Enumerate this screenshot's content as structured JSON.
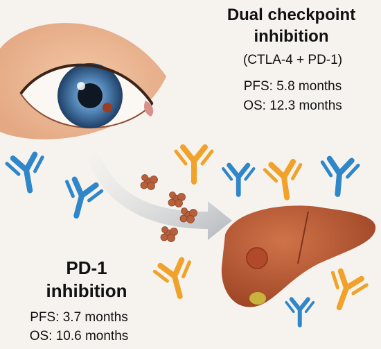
{
  "dual": {
    "title_line1": "Dual checkpoint",
    "title_line2": "inhibition",
    "subtitle": "(CTLA-4 + PD-1)",
    "pfs": "PFS: 5.8 months",
    "os": "OS: 12.3 months"
  },
  "pd1": {
    "title_line1": "PD-1",
    "title_line2": "inhibition",
    "pfs": "PFS: 3.7 months",
    "os": "OS: 10.6 months"
  },
  "colors": {
    "background": "#f6f3ee",
    "pd1_antibody": "#2f86c9",
    "dual_antibody": "#f0a22a",
    "liver": "#b5542e",
    "tumor": "#b8603c",
    "iris": "#4d7fb0",
    "arrow": "#bfc3c8"
  },
  "icons": [
    "eye-illustration",
    "liver-illustration",
    "antibody-icon",
    "tumor-cell-icon",
    "metastasis-arrow"
  ]
}
